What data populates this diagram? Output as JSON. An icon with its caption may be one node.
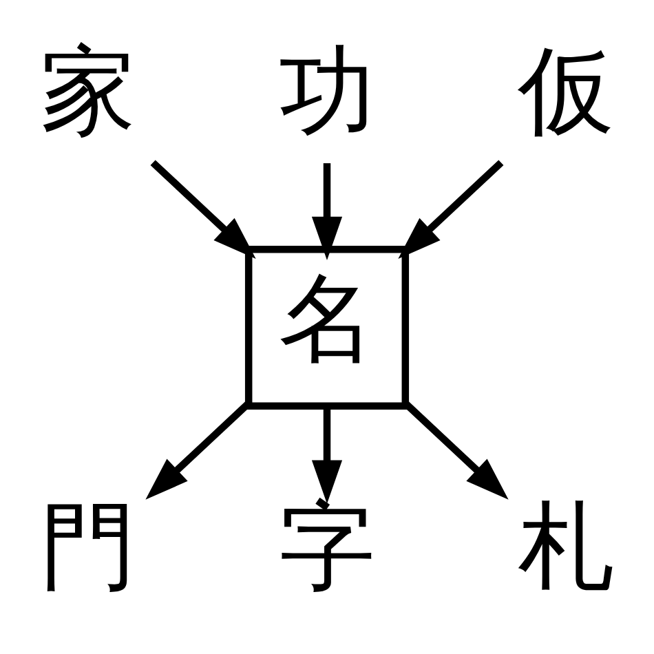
{
  "diagram": {
    "nodes": [
      {
        "text": [
          "家"
        ]
      },
      {
        "text": [
          "功"
        ]
      },
      {
        "text": [
          "仮"
        ]
      },
      {
        "text": [
          "名"
        ]
      },
      {
        "text": [
          "門"
        ]
      },
      {
        "text": [
          "字"
        ]
      },
      {
        "text": [
          "札"
        ]
      }
    ],
    "edges": [
      {
        "from": 0,
        "to": 3,
        "arrow": "to"
      },
      {
        "from": 1,
        "to": 3,
        "arrow": "to"
      },
      {
        "from": 2,
        "to": 3,
        "arrow": "to"
      },
      {
        "from": 3,
        "to": 4,
        "arrow": "to"
      },
      {
        "from": 3,
        "to": 5,
        "arrow": "to"
      },
      {
        "from": 3,
        "to": 6,
        "arrow": "to"
      }
    ]
  }
}
